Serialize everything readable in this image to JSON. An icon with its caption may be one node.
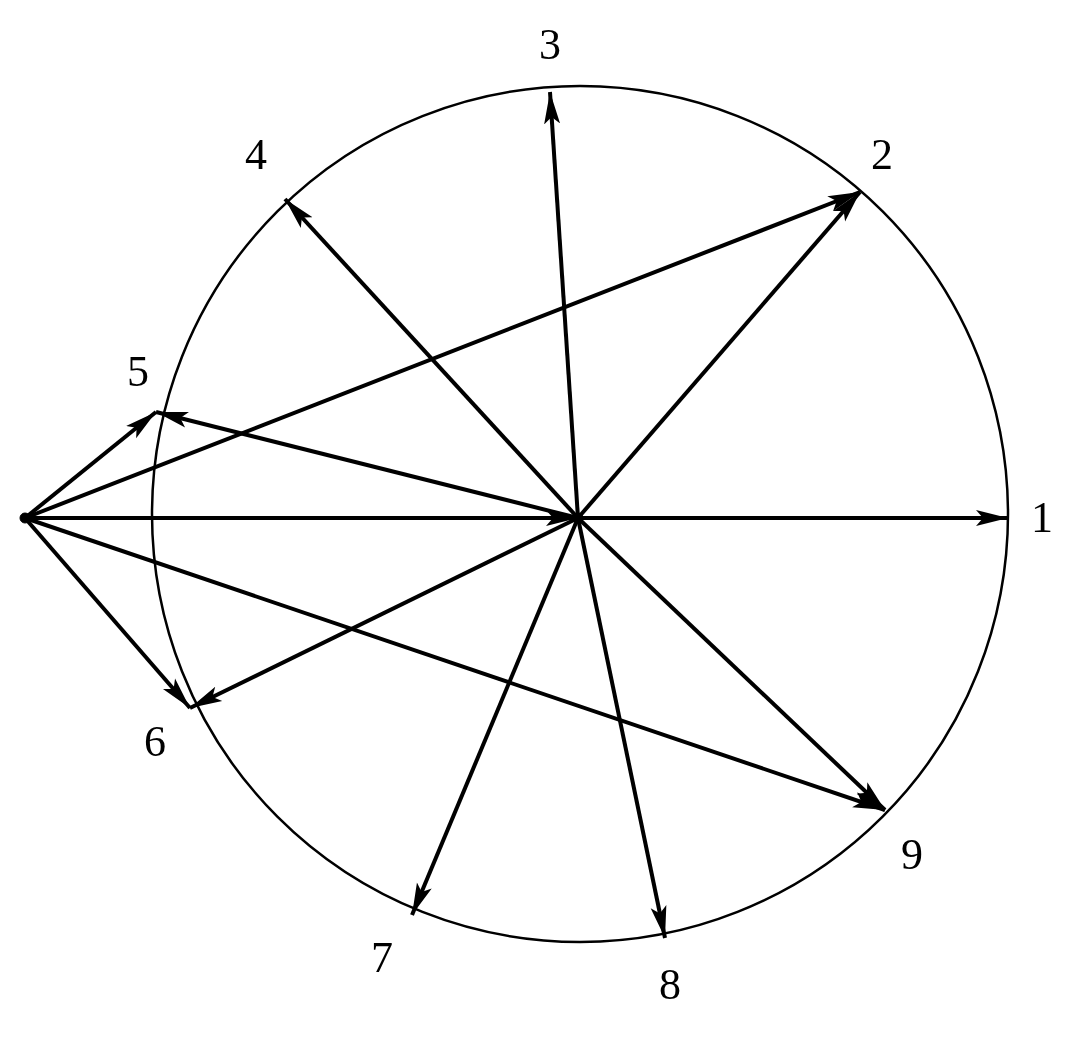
{
  "diagram": {
    "nodes": [
      {
        "text": [
          "3"
        ]
      },
      {
        "text": [
          "4"
        ]
      },
      {
        "text": [
          "2"
        ]
      },
      {
        "text": [
          "5"
        ]
      },
      {
        "text": [],
        "shape": "point"
      },
      {
        "text": [],
        "shape": "point"
      },
      {
        "text": [
          "1"
        ]
      },
      {
        "text": [
          "6"
        ]
      },
      {
        "text": [
          "9"
        ]
      },
      {
        "text": [
          "7"
        ]
      },
      {
        "text": [
          "8"
        ]
      }
    ],
    "edges": [
      {
        "from": 4,
        "to": 3,
        "arrow": "to"
      },
      {
        "from": 4,
        "to": 2,
        "arrow": "to"
      },
      {
        "from": 4,
        "to": 5,
        "arrow": "to"
      },
      {
        "from": 4,
        "to": 7,
        "arrow": "to"
      },
      {
        "from": 4,
        "to": 8,
        "arrow": "to"
      },
      {
        "from": 5,
        "to": 6,
        "arrow": "to"
      },
      {
        "from": 5,
        "to": 2,
        "arrow": "to"
      },
      {
        "from": 5,
        "to": 0,
        "arrow": "to"
      },
      {
        "from": 5,
        "to": 1,
        "arrow": "to"
      },
      {
        "from": 5,
        "to": 3,
        "arrow": "to"
      },
      {
        "from": 5,
        "to": 7,
        "arrow": "to"
      },
      {
        "from": 5,
        "to": 9,
        "arrow": "to"
      },
      {
        "from": 5,
        "to": 10,
        "arrow": "to"
      },
      {
        "from": 5,
        "to": 8,
        "arrow": "to"
      }
    ]
  }
}
